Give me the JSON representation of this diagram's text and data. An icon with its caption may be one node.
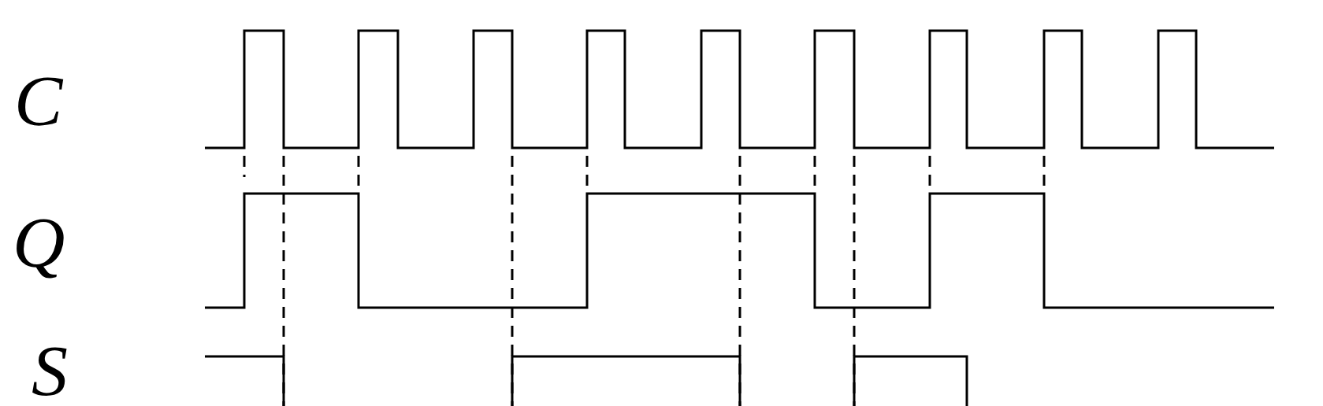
{
  "diagram": {
    "labels": [
      "C",
      "Q",
      "S"
    ]
  }
}
